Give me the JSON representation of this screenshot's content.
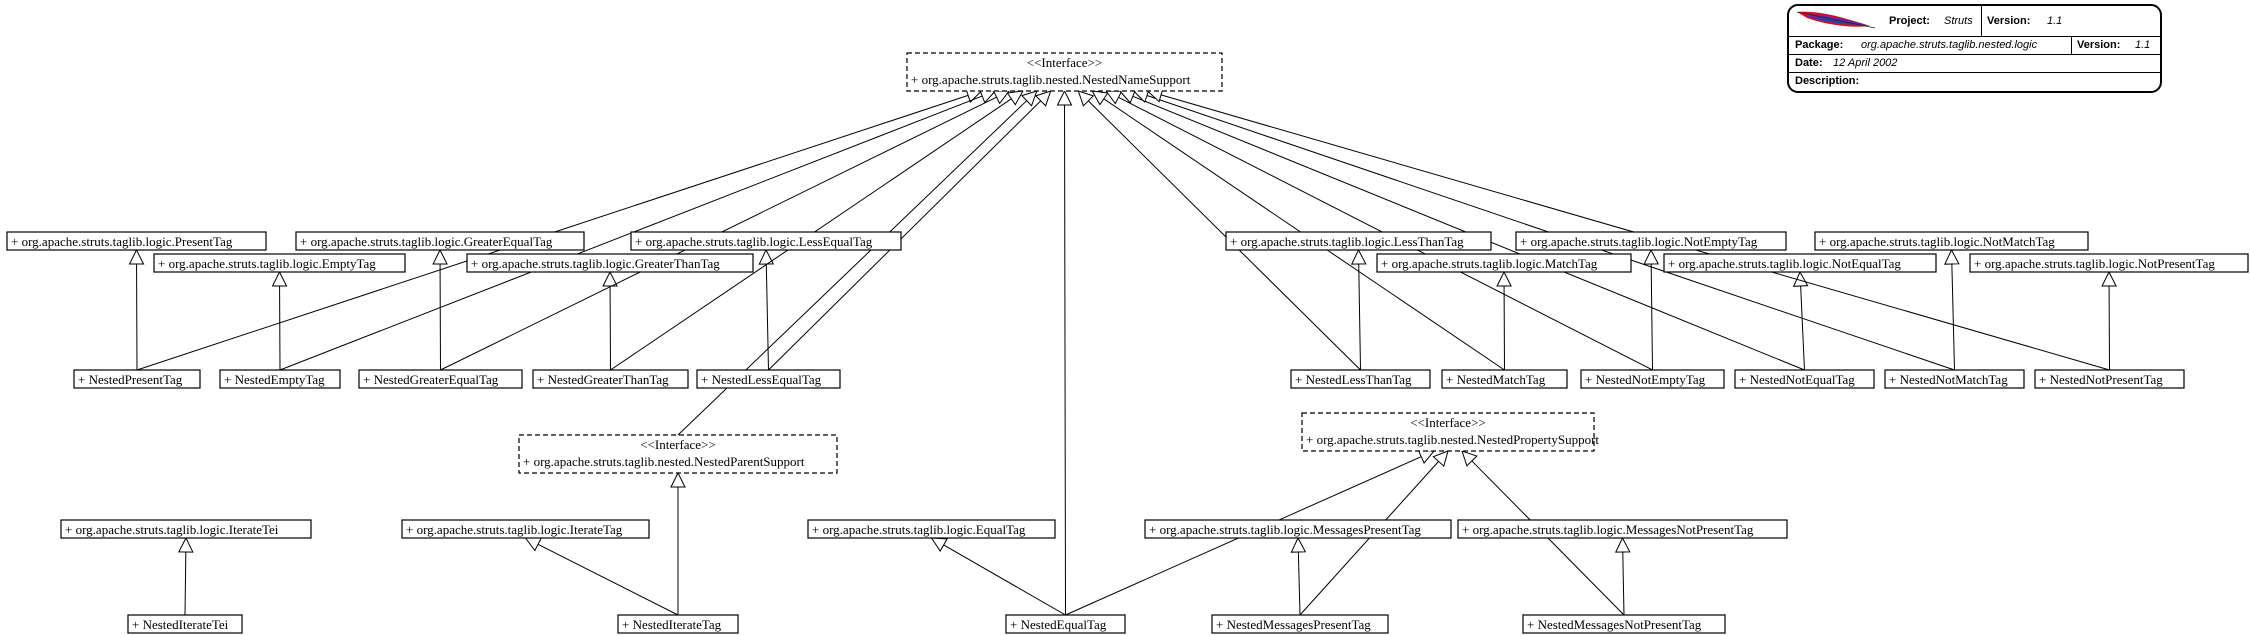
{
  "title_block": {
    "project_label": "Project:",
    "project_value": "Struts",
    "version_label": "Version:",
    "version_value": "1.1",
    "package_label": "Package:",
    "package_value": "org.apache.struts.taglib.nested.logic",
    "package_version_label": "Version:",
    "package_version_value": "1.1",
    "date_label": "Date:",
    "date_value": "12 April 2002",
    "description_label": "Description:",
    "description_value": ""
  },
  "nodes": [
    {
      "id": "nns",
      "stereotype": "<<Interface>>",
      "label": "+ org.apache.struts.taglib.nested.NestedNameSupport",
      "kind": "interface"
    },
    {
      "id": "nps",
      "stereotype": "<<Interface>>",
      "label": "+ org.apache.struts.taglib.nested.NestedParentSupport",
      "kind": "interface"
    },
    {
      "id": "nprop",
      "stereotype": "<<Interface>>",
      "label": "+ org.apache.struts.taglib.nested.NestedPropertySupport",
      "kind": "interface"
    },
    {
      "id": "presentTag",
      "label": "+  org.apache.struts.taglib.logic.PresentTag",
      "kind": "class"
    },
    {
      "id": "geTag",
      "label": "+  org.apache.struts.taglib.logic.GreaterEqualTag",
      "kind": "class"
    },
    {
      "id": "emptyTag",
      "label": "+  org.apache.struts.taglib.logic.EmptyTag",
      "kind": "class"
    },
    {
      "id": "gtTag",
      "label": "+  org.apache.struts.taglib.logic.GreaterThanTag",
      "kind": "class"
    },
    {
      "id": "leTag",
      "label": "+  org.apache.struts.taglib.logic.LessEqualTag",
      "kind": "class"
    },
    {
      "id": "ltTag",
      "label": "+  org.apache.struts.taglib.logic.LessThanTag",
      "kind": "class"
    },
    {
      "id": "matchTag",
      "label": "+  org.apache.struts.taglib.logic.MatchTag",
      "kind": "class"
    },
    {
      "id": "notEmptyTag",
      "label": "+  org.apache.struts.taglib.logic.NotEmptyTag",
      "kind": "class"
    },
    {
      "id": "notEqualTag",
      "label": "+  org.apache.struts.taglib.logic.NotEqualTag",
      "kind": "class"
    },
    {
      "id": "notMatchTag",
      "label": "+  org.apache.struts.taglib.logic.NotMatchTag",
      "kind": "class"
    },
    {
      "id": "notPresentTag",
      "label": "+  org.apache.struts.taglib.logic.NotPresentTag",
      "kind": "class"
    },
    {
      "id": "nPresent",
      "label": "+  NestedPresentTag",
      "kind": "class"
    },
    {
      "id": "nEmpty",
      "label": "+  NestedEmptyTag",
      "kind": "class"
    },
    {
      "id": "nGE",
      "label": "+  NestedGreaterEqualTag",
      "kind": "class"
    },
    {
      "id": "nGT",
      "label": "+  NestedGreaterThanTag",
      "kind": "class"
    },
    {
      "id": "nLE",
      "label": "+  NestedLessEqualTag",
      "kind": "class"
    },
    {
      "id": "nLT",
      "label": "+  NestedLessThanTag",
      "kind": "class"
    },
    {
      "id": "nMatch",
      "label": "+  NestedMatchTag",
      "kind": "class"
    },
    {
      "id": "nNotEmpty",
      "label": "+  NestedNotEmptyTag",
      "kind": "class"
    },
    {
      "id": "nNotEqual",
      "label": "+  NestedNotEqualTag",
      "kind": "class"
    },
    {
      "id": "nNotMatch",
      "label": "+  NestedNotMatchTag",
      "kind": "class"
    },
    {
      "id": "nNotPresent",
      "label": "+  NestedNotPresentTag",
      "kind": "class"
    },
    {
      "id": "iterateTei",
      "label": "+  org.apache.struts.taglib.logic.IterateTei",
      "kind": "class"
    },
    {
      "id": "iterateTag",
      "label": "+  org.apache.struts.taglib.logic.IterateTag",
      "kind": "class"
    },
    {
      "id": "equalTag",
      "label": "+  org.apache.struts.taglib.logic.EqualTag",
      "kind": "class"
    },
    {
      "id": "msgPresentTag",
      "label": "+  org.apache.struts.taglib.logic.MessagesPresentTag",
      "kind": "class"
    },
    {
      "id": "msgNotPresentTag",
      "label": "+  org.apache.struts.taglib.logic.MessagesNotPresentTag",
      "kind": "class"
    },
    {
      "id": "nIterateTei",
      "label": "+  NestedIterateTei",
      "kind": "class"
    },
    {
      "id": "nIterateTag",
      "label": "+  NestedIterateTag",
      "kind": "class"
    },
    {
      "id": "nEqual",
      "label": "+  NestedEqualTag",
      "kind": "class"
    },
    {
      "id": "nMsgPresent",
      "label": "+  NestedMessagesPresentTag",
      "kind": "class"
    },
    {
      "id": "nMsgNotPresent",
      "label": "+  NestedMessagesNotPresentTag",
      "kind": "class"
    }
  ],
  "edges": [
    {
      "from": "nPresent",
      "to": "presentTag"
    },
    {
      "from": "nEmpty",
      "to": "emptyTag"
    },
    {
      "from": "nGE",
      "to": "geTag"
    },
    {
      "from": "nGT",
      "to": "gtTag"
    },
    {
      "from": "nLE",
      "to": "leTag"
    },
    {
      "from": "nLT",
      "to": "ltTag"
    },
    {
      "from": "nMatch",
      "to": "matchTag"
    },
    {
      "from": "nNotEmpty",
      "to": "notEmptyTag"
    },
    {
      "from": "nNotEqual",
      "to": "notEqualTag"
    },
    {
      "from": "nNotMatch",
      "to": "notMatchTag"
    },
    {
      "from": "nNotPresent",
      "to": "notPresentTag"
    },
    {
      "from": "nPresent",
      "to": "nns"
    },
    {
      "from": "nEmpty",
      "to": "nns"
    },
    {
      "from": "nGE",
      "to": "nns"
    },
    {
      "from": "nGT",
      "to": "nns"
    },
    {
      "from": "nLE",
      "to": "nns"
    },
    {
      "from": "nLT",
      "to": "nns"
    },
    {
      "from": "nMatch",
      "to": "nns"
    },
    {
      "from": "nNotEmpty",
      "to": "nns"
    },
    {
      "from": "nNotEqual",
      "to": "nns"
    },
    {
      "from": "nNotMatch",
      "to": "nns"
    },
    {
      "from": "nNotPresent",
      "to": "nns"
    },
    {
      "from": "nps",
      "to": "nns"
    },
    {
      "from": "nEqual",
      "to": "nns"
    },
    {
      "from": "nIterateTei",
      "to": "iterateTei"
    },
    {
      "from": "nIterateTag",
      "to": "iterateTag"
    },
    {
      "from": "nIterateTag",
      "to": "nps"
    },
    {
      "from": "nEqual",
      "to": "equalTag"
    },
    {
      "from": "nEqual",
      "to": "nprop"
    },
    {
      "from": "nMsgPresent",
      "to": "msgPresentTag"
    },
    {
      "from": "nMsgPresent",
      "to": "nprop"
    },
    {
      "from": "nMsgNotPresent",
      "to": "msgNotPresentTag"
    },
    {
      "from": "nMsgNotPresent",
      "to": "nprop"
    }
  ]
}
